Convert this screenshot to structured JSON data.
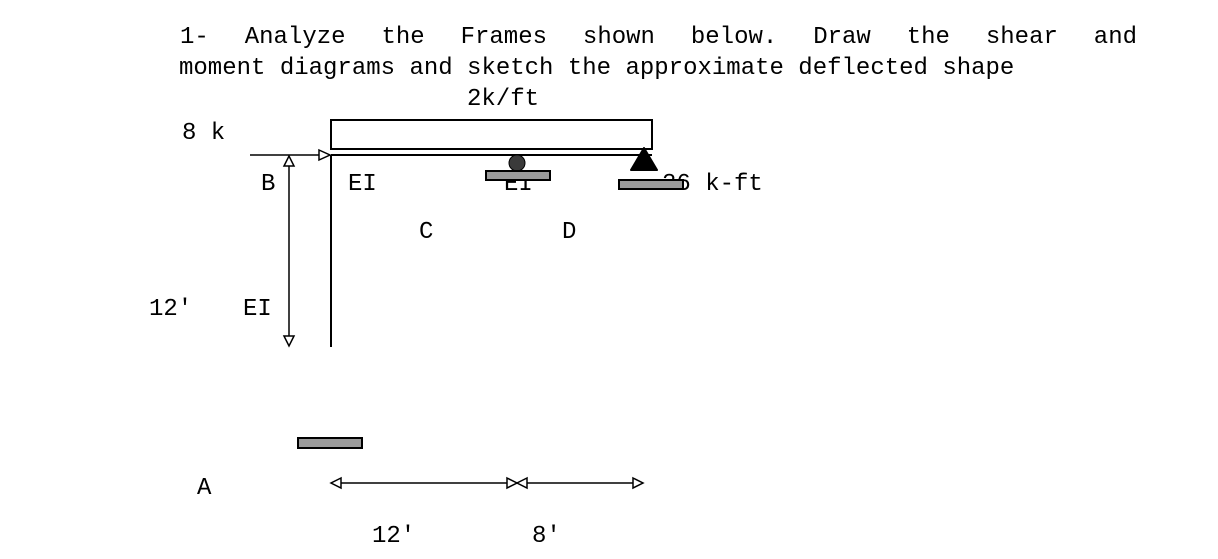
{
  "problem": {
    "line1": "1- Analyze the Frames shown below. Draw the shear and",
    "line2": "moment diagrams and sketch the approximate deflected shape"
  },
  "loads": {
    "distributed": "2k/ft",
    "point": "8 k",
    "moment": "36 k-ft"
  },
  "labels": {
    "joint_a": "A",
    "joint_b": "B",
    "joint_c": "C",
    "joint_d": "D",
    "ei_beam_left": "EI",
    "ei_beam_right": "EI",
    "ei_column": "EI"
  },
  "dimensions": {
    "column_height": "12′",
    "span_bc": "12′",
    "span_cd": "8′"
  },
  "colors": {
    "line": "#000000",
    "support_fill": "#9a9a9a",
    "roller_fill": "#3a3a3a"
  }
}
